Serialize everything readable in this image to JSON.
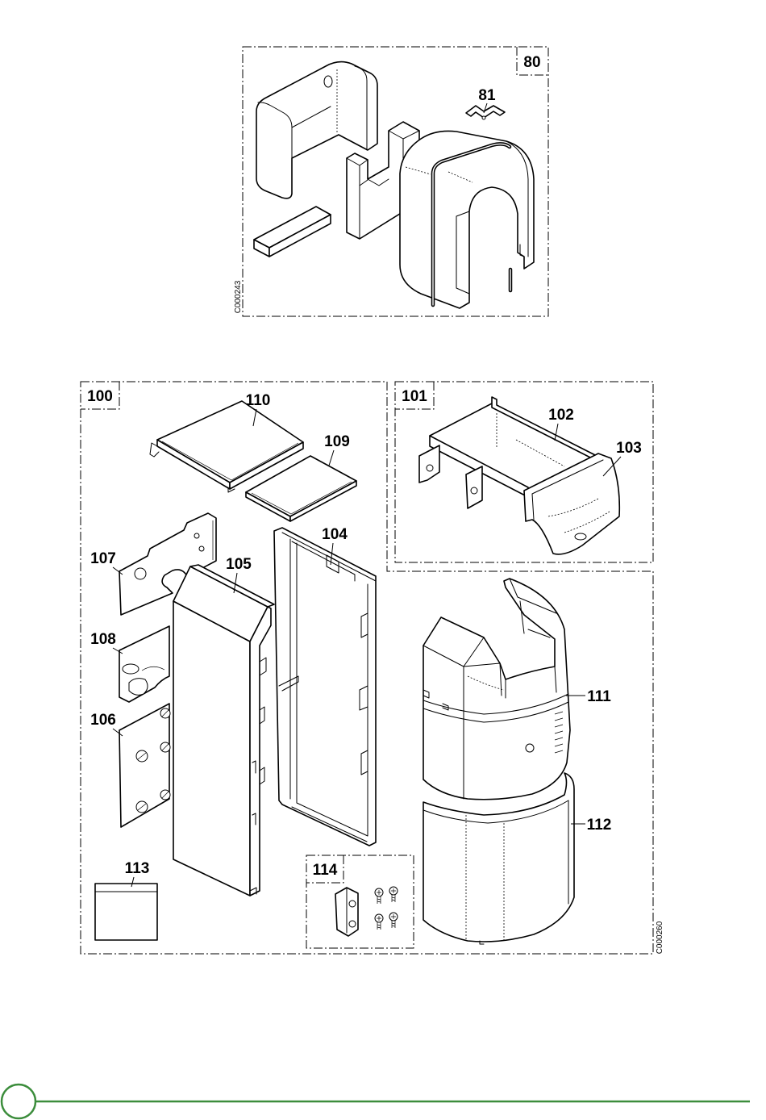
{
  "figure_top": {
    "group_label": "80",
    "drawing_code": "C000243",
    "callouts": {
      "81": "81"
    }
  },
  "figure_bottom": {
    "group_100": "100",
    "group_101": "101",
    "group_114": "114",
    "drawing_code": "C000260",
    "callouts": {
      "102": "102",
      "103": "103",
      "104": "104",
      "105": "105",
      "106": "106",
      "107": "107",
      "108": "108",
      "109": "109",
      "110": "110",
      "111": "111",
      "112": "112",
      "113": "113"
    }
  },
  "colors": {
    "accent": "#3c8d3c",
    "line": "#000000"
  }
}
